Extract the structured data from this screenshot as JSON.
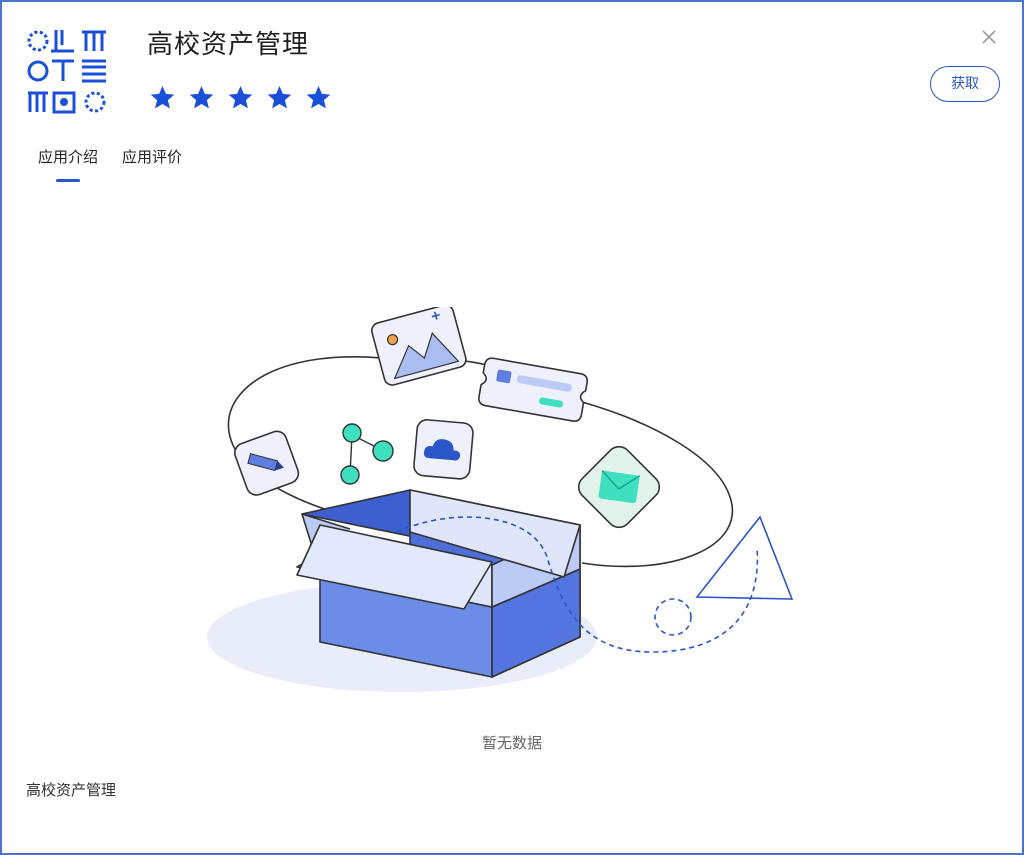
{
  "app": {
    "title": "高校资产管理",
    "rating_stars": 5,
    "rating_color": "#1a4fd8",
    "get_label": "获取",
    "close_symbol": "×"
  },
  "tabs": [
    {
      "label": "应用介绍",
      "active": true
    },
    {
      "label": "应用评价",
      "active": false
    }
  ],
  "empty_state": {
    "message": "暂无数据",
    "icon": "empty-box-illustration"
  },
  "footer": {
    "description": "高校资产管理"
  },
  "colors": {
    "accent": "#2b56c8",
    "border": "#4a76c9",
    "illustration_blue": "#6b8de8",
    "illustration_teal": "#3fe0c0"
  }
}
